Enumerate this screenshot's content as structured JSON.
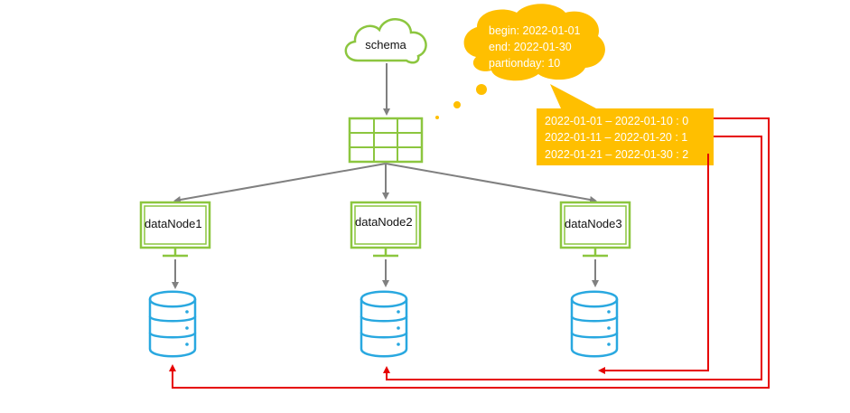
{
  "schema": {
    "label": "schema"
  },
  "config_bubble": {
    "lines": [
      "begin: 2022-01-01",
      "end: 2022-01-30",
      "partionday: 10"
    ]
  },
  "partition_note": {
    "lines": [
      "2022-01-01 – 2022-01-10 : 0",
      "2022-01-11 – 2022-01-20 : 1",
      "2022-01-21 – 2022-01-30 : 2"
    ]
  },
  "nodes": [
    {
      "label": "dataNode1"
    },
    {
      "label": "dataNode2"
    },
    {
      "label": "dataNode3"
    }
  ],
  "colors": {
    "green": "#8cc63f",
    "blue": "#29a8e0",
    "orange": "#ffbf00",
    "gray_arrow": "#808080",
    "red_line": "#e60000"
  }
}
